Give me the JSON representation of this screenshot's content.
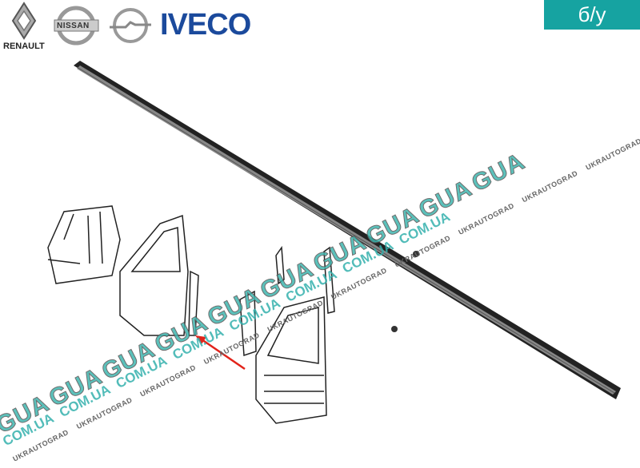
{
  "brands": {
    "renault": "RENAULT",
    "nissan": "NISSAN",
    "opel": "",
    "iveco": "IVECO"
  },
  "badge": {
    "label": "б/у",
    "color": "#16a3a1"
  },
  "watermark": {
    "gua": "GUA",
    "com": "COM.UA",
    "site": "UKRAUTOGRAD"
  }
}
